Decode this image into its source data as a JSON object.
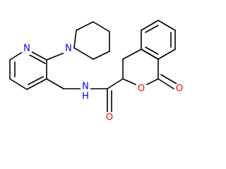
{
  "molecule": {
    "atoms": {
      "n_pyridine": {
        "symbol": "N",
        "color": "#0000FF"
      },
      "n_piperidine": {
        "symbol": "N",
        "color": "#0000FF"
      },
      "n_amide": {
        "symbol": "N",
        "color": "#0000FF"
      },
      "h_amide": {
        "symbol": "H",
        "color": "#0000FF"
      },
      "o_amide": {
        "symbol": "O",
        "color": "#FF0000"
      },
      "o_ring": {
        "symbol": "O",
        "color": "#FF0000"
      },
      "o_lactone": {
        "symbol": "O",
        "color": "#FF0000"
      }
    }
  }
}
